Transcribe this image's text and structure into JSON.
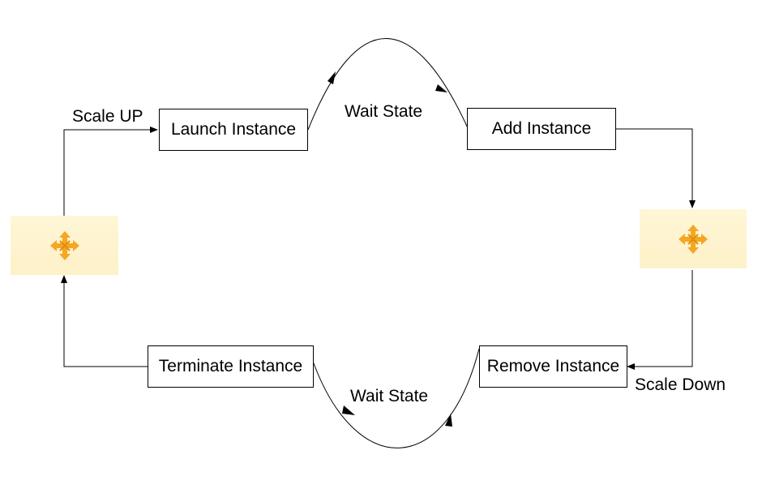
{
  "colors": {
    "hub_fill_top": "#fff6d6",
    "hub_fill_bottom": "#fdf1c8",
    "hub_icon": "#f5a623",
    "hub_icon_dark": "#e08e0b",
    "line": "#000000"
  },
  "nodes": {
    "launch_instance": "Launch Instance",
    "add_instance": "Add Instance",
    "remove_instance": "Remove Instance",
    "terminate_instance": "Terminate Instance"
  },
  "labels": {
    "scale_up": "Scale UP",
    "scale_down": "Scale Down",
    "wait_state_top": "Wait State",
    "wait_state_bottom": "Wait State"
  },
  "icons": {
    "left_hub": "four-arrows-icon",
    "right_hub": "four-arrows-icon"
  }
}
